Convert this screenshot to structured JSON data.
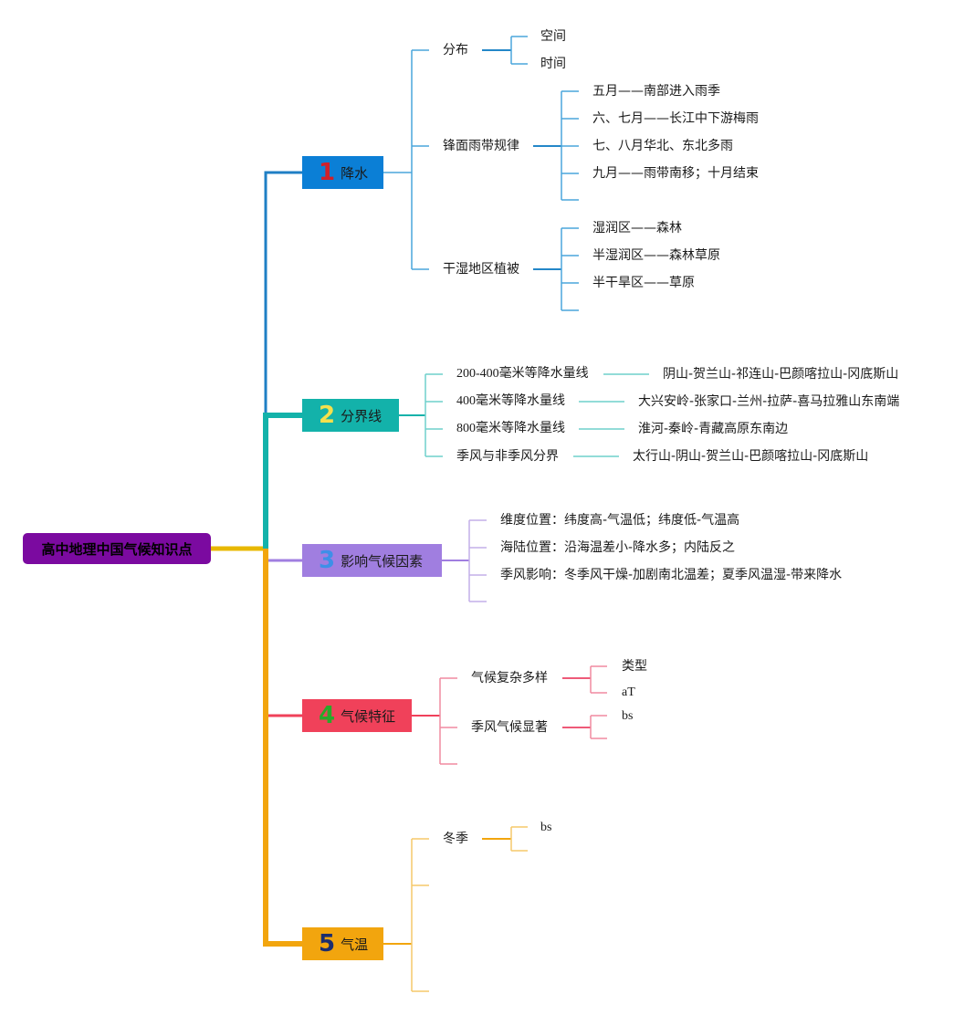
{
  "root": {
    "label": "高中地理中国气候知识点",
    "color": "#7b0aa0",
    "connector_color": "#e8b800"
  },
  "topics": [
    {
      "number": "1",
      "label": "降水",
      "color": "#0b7fd6",
      "num_color": "#d0202a",
      "line_color": "#4aa5dc"
    },
    {
      "number": "2",
      "label": "分界线",
      "color": "#13b2aa",
      "num_color": "#f4e04d",
      "line_color": "#6fd0cc"
    },
    {
      "number": "3",
      "label": "影响气候因素",
      "color": "#a07ee0",
      "num_color": "#3e8fe8",
      "line_color": "#c3afe8"
    },
    {
      "number": "4",
      "label": "气候特征",
      "color": "#f0415a",
      "num_color": "#2aa82a",
      "line_color": "#f08aa0"
    },
    {
      "number": "5",
      "label": "气温",
      "color": "#f2a50e",
      "num_color": "#1c2d6e",
      "line_color": "#f5c96a"
    }
  ],
  "precip": {
    "fenbu": "分布",
    "fenbu_children": [
      "空间",
      "时间"
    ],
    "fengmian": "锋面雨带规律",
    "fengmian_children": [
      "五月——南部进入雨季",
      "六、七月——长江中下游梅雨",
      "七、八月华北、东北多雨",
      "九月——雨带南移；十月结束"
    ],
    "ganshi": "干湿地区植被",
    "ganshi_children": [
      "湿润区——森林",
      "半湿润区——森林草原",
      "半干旱区——草原"
    ]
  },
  "boundary": {
    "items": [
      {
        "name": "200-400毫米等降水量线",
        "desc": "阴山-贺兰山-祁连山-巴颜喀拉山-冈底斯山"
      },
      {
        "name": "400毫米等降水量线",
        "desc": "大兴安岭-张家口-兰州-拉萨-喜马拉雅山东南端"
      },
      {
        "name": "800毫米等降水量线",
        "desc": "淮河-秦岭-青藏高原东南边"
      },
      {
        "name": "季风与非季风分界",
        "desc": "太行山-阴山-贺兰山-巴颜喀拉山-冈底斯山"
      }
    ]
  },
  "factors": {
    "items": [
      "维度位置：纬度高-气温低；纬度低-气温高",
      "海陆位置：沿海温差小-降水多；内陆反之",
      "季风影响：冬季风干燥-加剧南北温差；夏季风温湿-带来降水"
    ]
  },
  "features": {
    "complex": "气候复杂多样",
    "complex_children": [
      "类型",
      "aT"
    ],
    "monsoon": "季风气候显著",
    "monsoon_children": [
      "bs"
    ]
  },
  "temperature": {
    "winter": "冬季",
    "winter_children": [
      "bs"
    ]
  }
}
